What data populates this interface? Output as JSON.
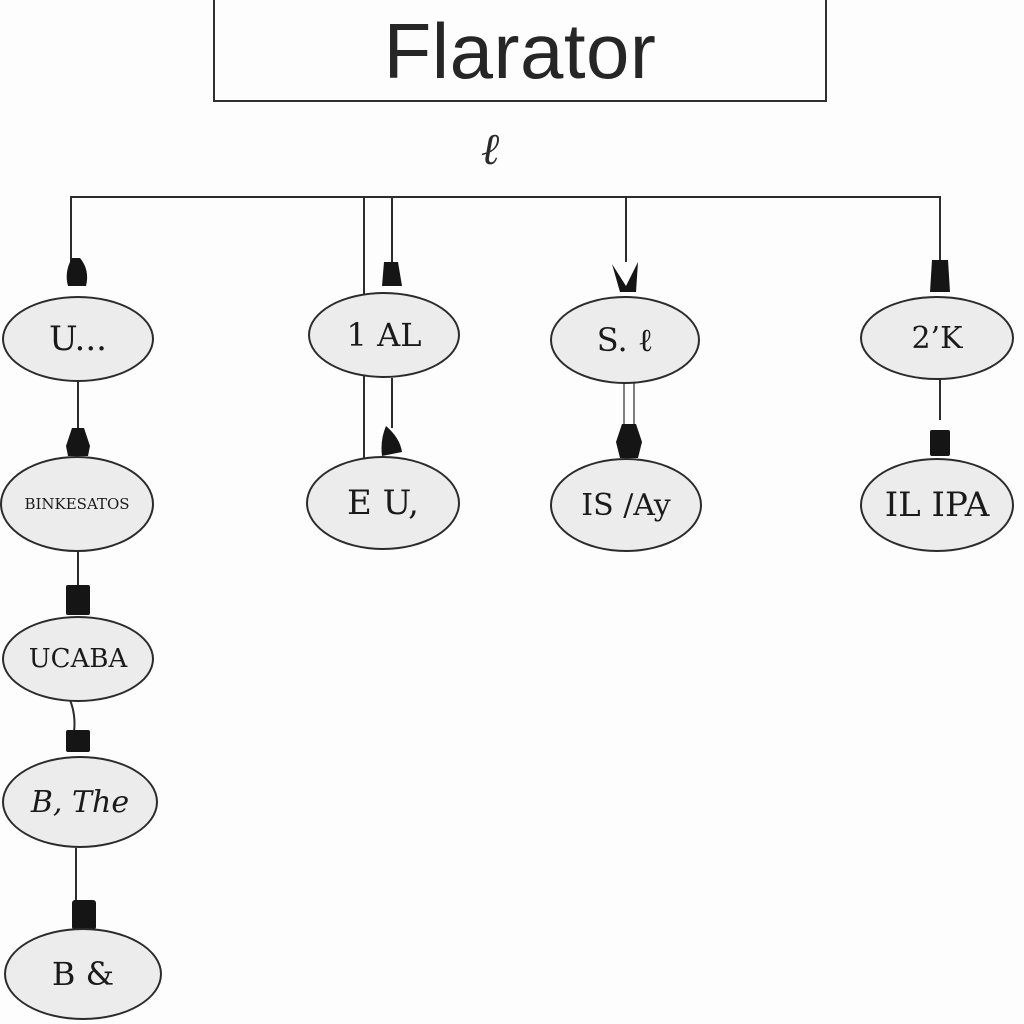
{
  "title": "Flarator",
  "root_glyph": "ℓ",
  "columns": [
    {
      "nodes": [
        "U...",
        "BINKESATOS",
        "UCABA",
        "B, The",
        "B &"
      ]
    },
    {
      "nodes": [
        "1 AL",
        "E U,"
      ]
    },
    {
      "nodes": [
        "S. ℓ",
        "IS /Ay"
      ]
    },
    {
      "nodes": [
        "2’K",
        "IL IPA"
      ]
    }
  ],
  "colors": {
    "line": "#2c2c2c",
    "node_fill": "#ececec",
    "node_border": "#2b2b2b",
    "plug": "#151515"
  }
}
